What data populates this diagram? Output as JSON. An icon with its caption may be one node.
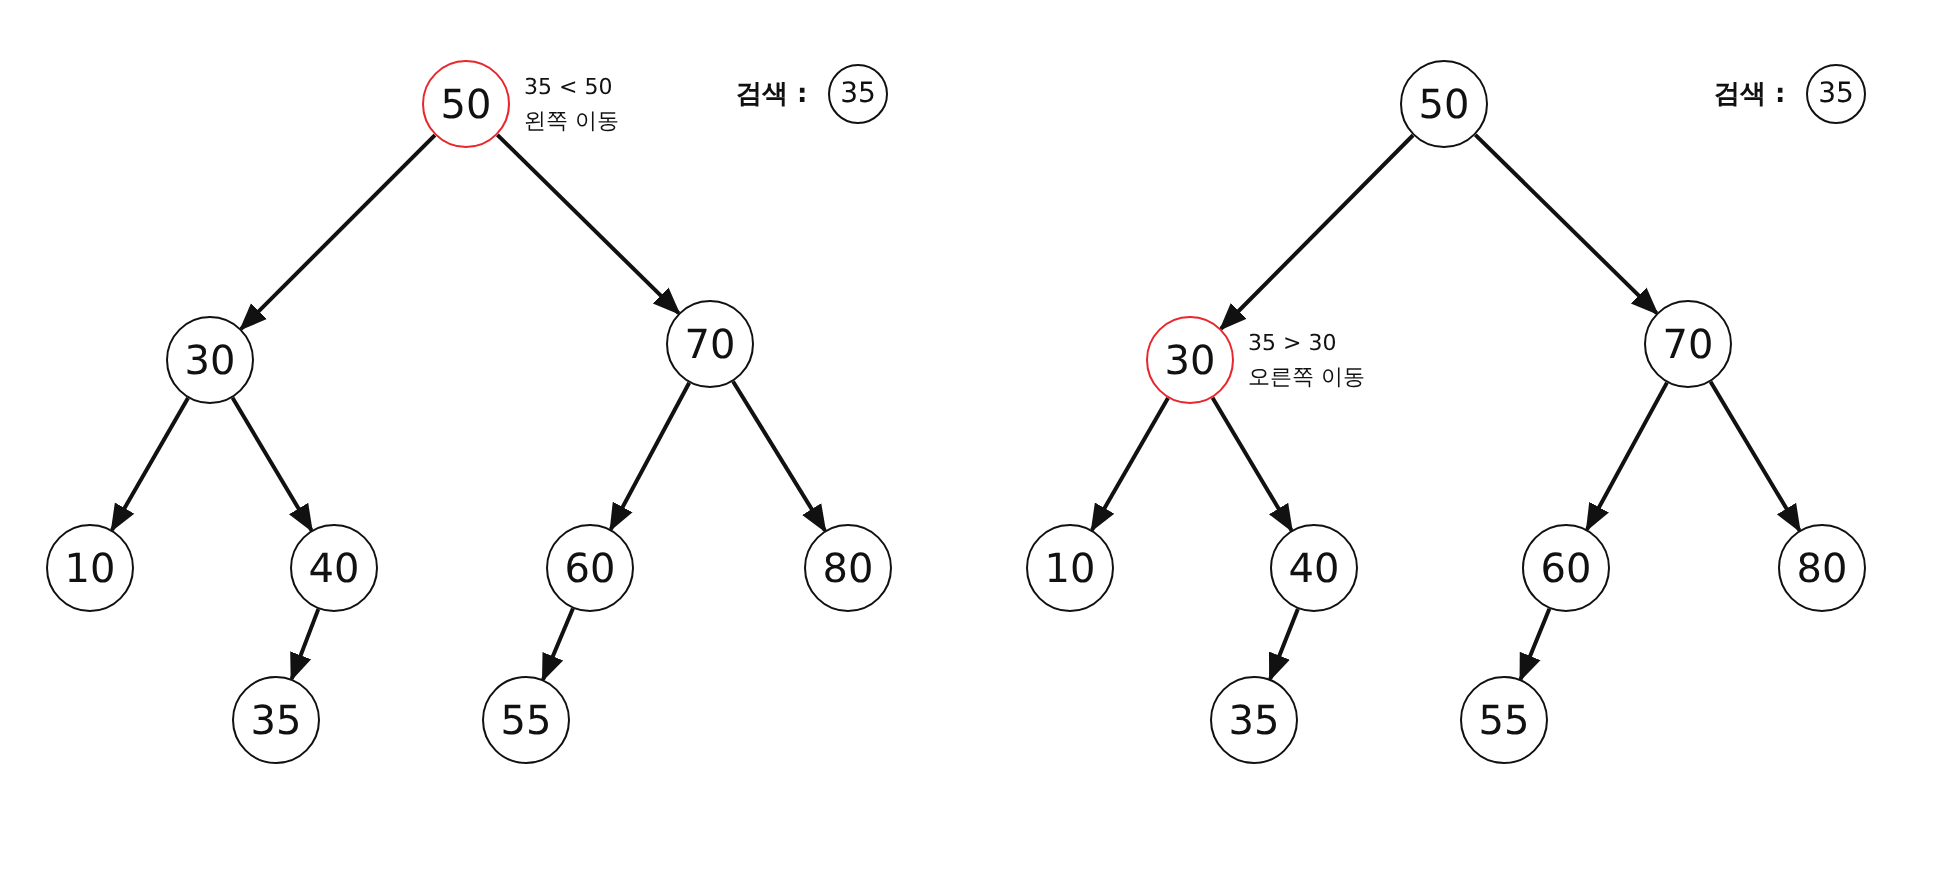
{
  "diagram": {
    "nodes": [
      {
        "text": [
          "50"
        ],
        "beside": [
          "35 < 50",
          "왼쪽 이동"
        ]
      },
      {
        "text": [
          "30"
        ]
      },
      {
        "text": [
          "70"
        ]
      },
      {
        "text": [
          "10"
        ]
      },
      {
        "text": [
          "40"
        ]
      },
      {
        "text": [
          "60"
        ]
      },
      {
        "text": [
          "80"
        ]
      },
      {
        "text": [
          "35"
        ]
      },
      {
        "text": [
          "55"
        ]
      },
      {
        "text": [
          "35"
        ]
      },
      {
        "text": [
          "50"
        ]
      },
      {
        "text": [
          "30"
        ],
        "beside": [
          "35 > 30",
          "오른쪽 이동"
        ]
      },
      {
        "text": [
          "70"
        ]
      },
      {
        "text": [
          "10"
        ]
      },
      {
        "text": [
          "40"
        ]
      },
      {
        "text": [
          "60"
        ]
      },
      {
        "text": [
          "80"
        ]
      },
      {
        "text": [
          "35"
        ]
      },
      {
        "text": [
          "55"
        ]
      },
      {
        "text": [
          "35"
        ]
      }
    ],
    "edges": [
      {
        "from": 0,
        "to": 1,
        "arrow": "to"
      },
      {
        "from": 0,
        "to": 2,
        "arrow": "to"
      },
      {
        "from": 1,
        "to": 3,
        "arrow": "to"
      },
      {
        "from": 1,
        "to": 4,
        "arrow": "to"
      },
      {
        "from": 2,
        "to": 5,
        "arrow": "to"
      },
      {
        "from": 2,
        "to": 6,
        "arrow": "to"
      },
      {
        "from": 4,
        "to": 7,
        "arrow": "to"
      },
      {
        "from": 5,
        "to": 8,
        "arrow": "to"
      },
      {
        "from": 10,
        "to": 11,
        "arrow": "to"
      },
      {
        "from": 10,
        "to": 12,
        "arrow": "to"
      },
      {
        "from": 11,
        "to": 13,
        "arrow": "to"
      },
      {
        "from": 11,
        "to": 14,
        "arrow": "to"
      },
      {
        "from": 12,
        "to": 15,
        "arrow": "to"
      },
      {
        "from": 12,
        "to": 16,
        "arrow": "to"
      },
      {
        "from": 14,
        "to": 17,
        "arrow": "to"
      },
      {
        "from": 15,
        "to": 18,
        "arrow": "to"
      }
    ],
    "labels": [
      "검색 :",
      "검색 :"
    ]
  }
}
